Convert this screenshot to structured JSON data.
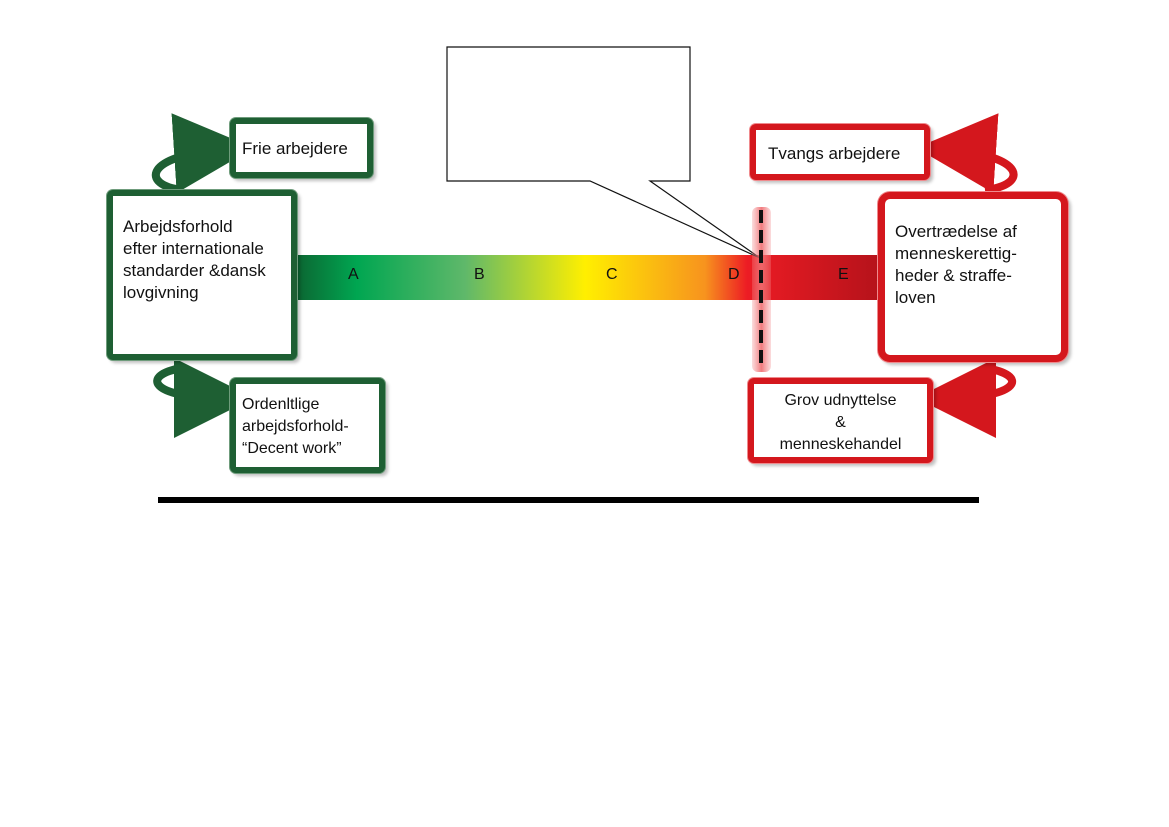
{
  "diagram": {
    "segments": [
      "A",
      "B",
      "C",
      "D",
      "E"
    ],
    "left_main": "Arbejdsforhold\nefter internationale\nstandarder &dansk\nlovgivning",
    "left_top": "Frie arbejdere",
    "left_bottom": "Ordenltlige\narbejdsforhold-\n“Decent work”",
    "right_main": "Overtrædelse af\nmenneskerettig-\nheder & straffe-\nloven",
    "right_top": "Tvangs arbejdere",
    "right_bottom": "Grov udnyttelse\n&\nmenneskehandel",
    "callout_text": "",
    "colors": {
      "green": "#1e5f33",
      "red": "#d4171d",
      "bar_green": "#00a651",
      "bar_yellow": "#fff200",
      "bar_red": "#ed1c24"
    }
  }
}
